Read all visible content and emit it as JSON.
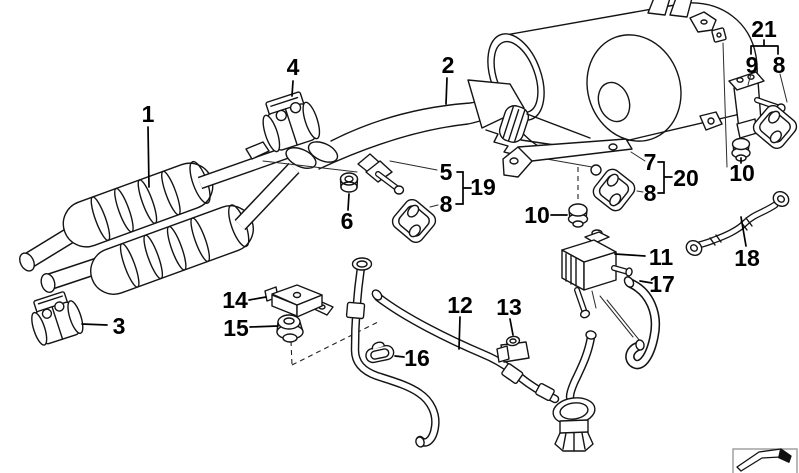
{
  "diagram": {
    "type": "exploded-parts-diagram",
    "background_color": "#ffffff",
    "ink_color": "#141414",
    "callouts": {
      "n1": "1",
      "n2": "2",
      "n3": "3",
      "n4": "4",
      "n5": "5",
      "n6": "6",
      "n7": "7",
      "n8a": "8",
      "n8b": "8",
      "n8c": "8",
      "n9": "9",
      "n10a": "10",
      "n10b": "10",
      "n11": "11",
      "n12": "12",
      "n13": "13",
      "n14": "14",
      "n15": "15",
      "n16": "16",
      "n17": "17",
      "n18": "18",
      "n19": "19",
      "n20": "20",
      "n21": "21"
    }
  }
}
